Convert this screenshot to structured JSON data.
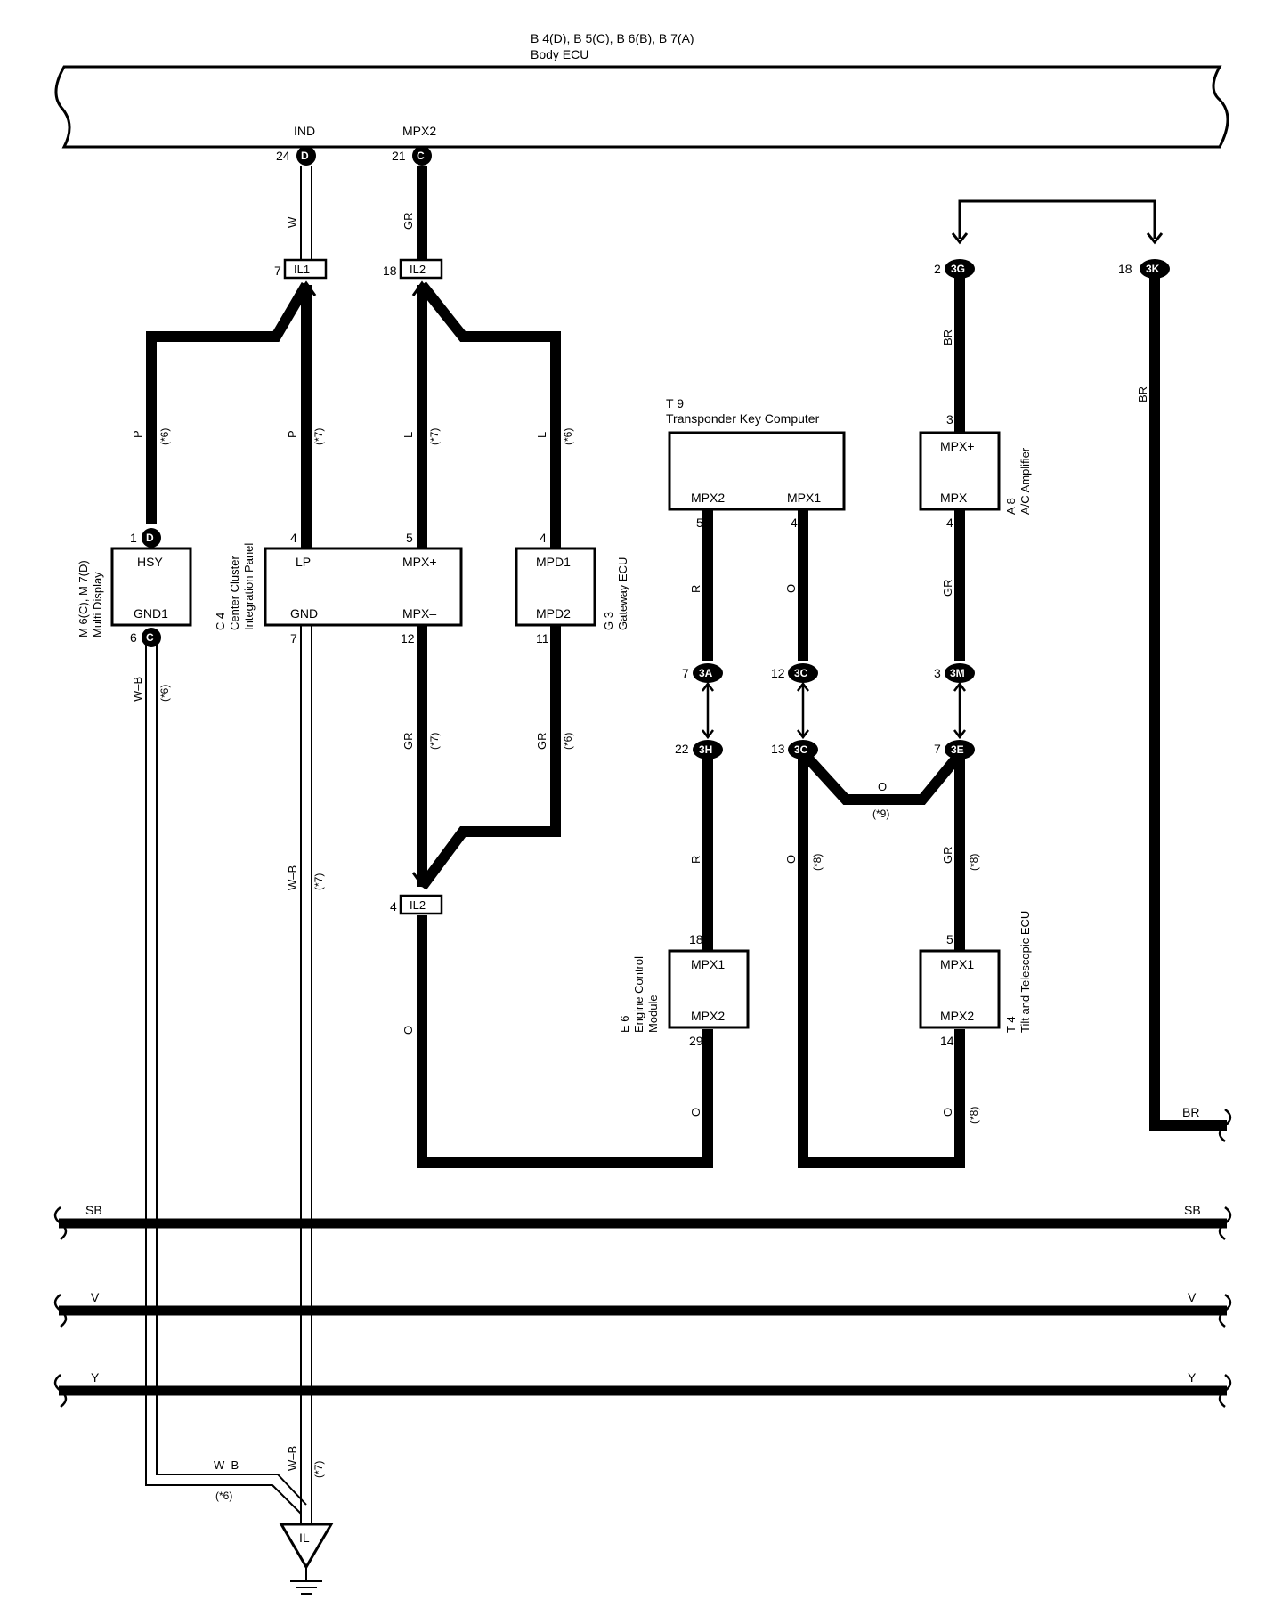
{
  "body_ecu": {
    "codes": "B 4(D), B 5(C), B 6(B), B 7(A)",
    "name": "Body ECU",
    "pin_ind": {
      "label": "IND",
      "num": "24",
      "conn": "D"
    },
    "pin_mpx2": {
      "label": "MPX2",
      "num": "21",
      "conn": "C"
    }
  },
  "junctions": {
    "il1_top": {
      "num": "7",
      "label": "IL1"
    },
    "il2_top": {
      "num": "18",
      "label": "IL2"
    },
    "il2_bottom": {
      "num": "4",
      "label": "IL2"
    }
  },
  "connectors": {
    "c3g": {
      "num": "2",
      "label": "3G"
    },
    "c3k": {
      "num": "18",
      "label": "3K"
    },
    "c3a": {
      "num": "7",
      "label": "3A"
    },
    "c3c_upper": {
      "num": "12",
      "label": "3C"
    },
    "c3m": {
      "num": "3",
      "label": "3M"
    },
    "c3h": {
      "num": "22",
      "label": "3H"
    },
    "c3c_lower": {
      "num": "13",
      "label": "3C"
    },
    "c3e": {
      "num": "7",
      "label": "3E"
    }
  },
  "components": {
    "multi_display": {
      "code": "M 6(C), M 7(D)",
      "name": "Multi Display",
      "pin_top": {
        "label": "HSY",
        "num": "1",
        "conn": "D"
      },
      "pin_bottom": {
        "label": "GND1",
        "num": "6",
        "conn": "C"
      }
    },
    "center_cluster": {
      "code": "C 4",
      "name1": "Center Cluster",
      "name2": "Integration Panel",
      "lp": {
        "label": "LP",
        "num": "4"
      },
      "mpx_plus": {
        "label": "MPX+",
        "num": "5"
      },
      "gnd": {
        "label": "GND",
        "num": "7"
      },
      "mpx_minus": {
        "label": "MPX–",
        "num": "12"
      }
    },
    "gateway": {
      "code": "G 3",
      "name": "Gateway ECU",
      "mpd1": {
        "label": "MPD1",
        "num": "4"
      },
      "mpd2": {
        "label": "MPD2",
        "num": "11"
      }
    },
    "transponder": {
      "code": "T 9",
      "name": "Transponder Key Computer",
      "mpx2": {
        "label": "MPX2",
        "num": "5"
      },
      "mpx1": {
        "label": "MPX1",
        "num": "4"
      }
    },
    "ac_amplifier": {
      "code": "A 8",
      "name": "A/C Amplifier",
      "mpx_plus": {
        "label": "MPX+",
        "num": "3"
      },
      "mpx_minus": {
        "label": "MPX–",
        "num": "4"
      }
    },
    "engine_control": {
      "code": "E 6",
      "name1": "Engine Control",
      "name2": "Module",
      "mpx1": {
        "label": "MPX1",
        "num": "18"
      },
      "mpx2": {
        "label": "MPX2",
        "num": "29"
      }
    },
    "tilt_telescopic": {
      "code": "T 4",
      "name": "Tilt and Telescopic ECU",
      "mpx1": {
        "label": "MPX1",
        "num": "5"
      },
      "mpx2": {
        "label": "MPX2",
        "num": "14"
      }
    }
  },
  "wire_labels": {
    "w": "W",
    "gr": "GR",
    "p": "P",
    "l": "L",
    "br": "BR",
    "r": "R",
    "o": "O",
    "wb": "W–B",
    "n6": "(*6)",
    "n7": "(*7)",
    "n8": "(*8)",
    "n9": "(*9)"
  },
  "buses": {
    "sb": "SB",
    "v": "V",
    "y": "Y",
    "br": "BR"
  },
  "ground": {
    "label": "IL"
  }
}
